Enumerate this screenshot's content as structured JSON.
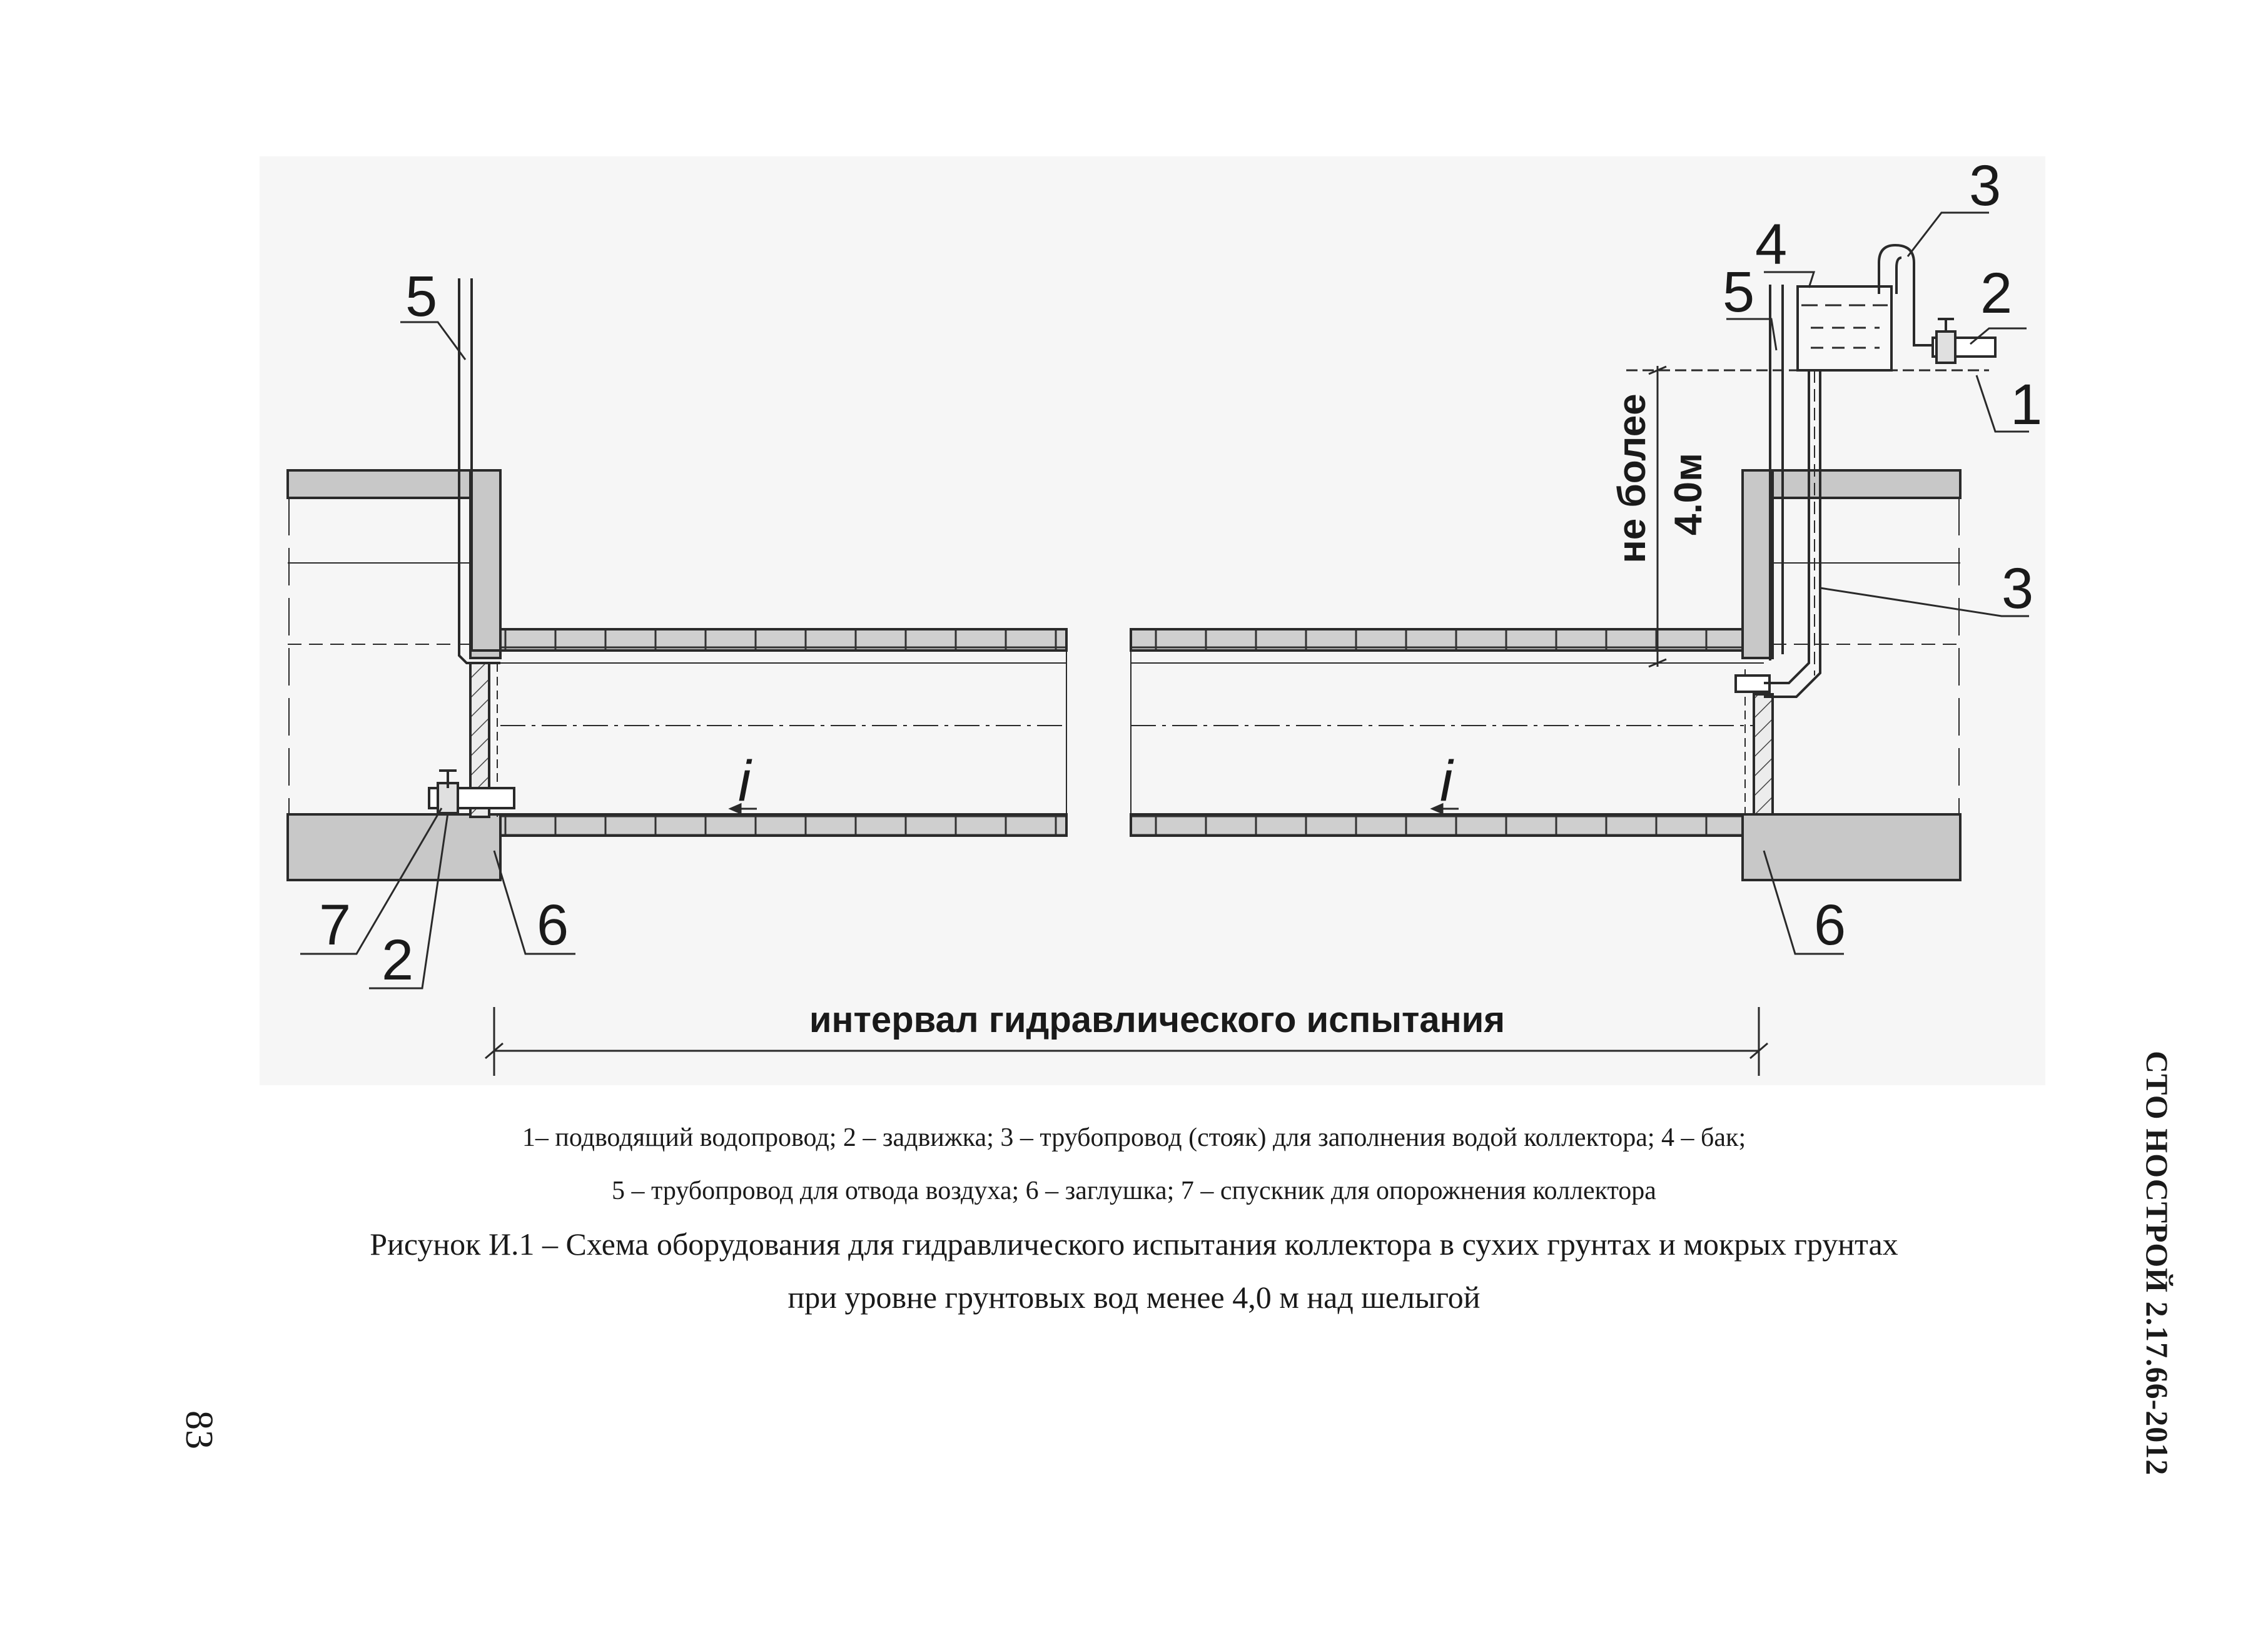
{
  "diagram": {
    "callouts": {
      "c5_left": "5",
      "c7": "7",
      "c2_left": "2",
      "c6_left": "6",
      "c4": "4",
      "c3_top": "3",
      "c2_right": "2",
      "c5_right": "5",
      "c1": "1",
      "c3_right": "3",
      "c6_right": "6"
    },
    "slope_left": "i",
    "slope_right": "i",
    "height_label_1": "не более",
    "height_label_2": "4.0м",
    "interval_label": "интервал гидравлического испытания"
  },
  "legend": {
    "line1": "1– подводящий водопровод; 2 – задвижка; 3 – трубопровод (стояк) для заполнения водой коллектора; 4 – бак;",
    "line2": "5 – трубопровод для отвода воздуха; 6 – заглушка; 7 – спускник для опорожнения коллектора"
  },
  "caption": {
    "line1": "Рисунок И.1 – Схема оборудования для гидравлического испытания коллектора в сухих грунтах и мокрых грунтах",
    "line2": "при уровне грунтовых вод менее 4,0 м над шелыгой"
  },
  "document_code": "СТО НОСТРОЙ 2.17.66-2012",
  "page_number": "83"
}
